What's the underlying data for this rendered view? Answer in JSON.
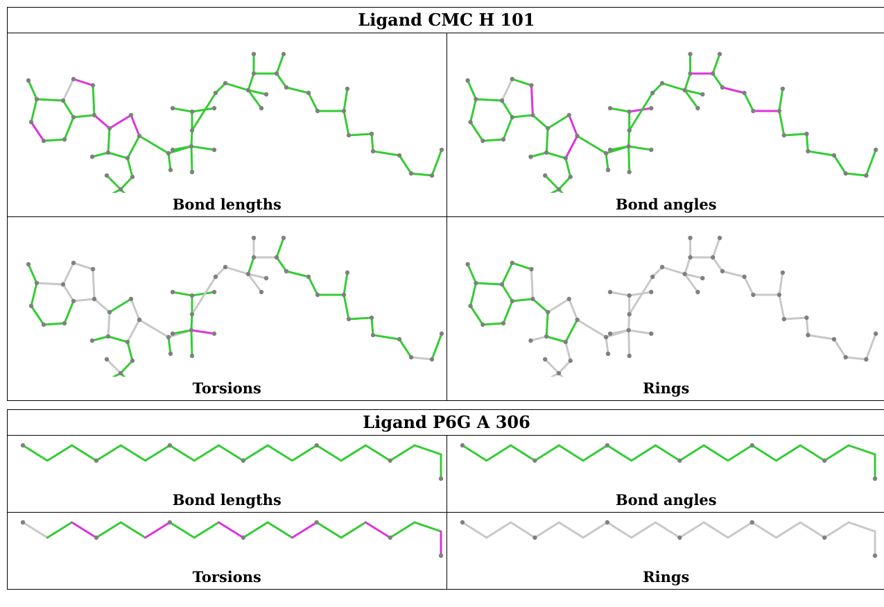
{
  "ligands": [
    {
      "title": "Ligand CMC H 101",
      "panels": [
        "Bond lengths",
        "Bond angles",
        "Torsions",
        "Rings"
      ]
    },
    {
      "title": "Ligand P6G A 306",
      "panels": [
        "Bond lengths",
        "Bond angles",
        "Torsions",
        "Rings"
      ]
    }
  ],
  "colors": {
    "ok": "#33cc33",
    "outlier": "#dd33dd",
    "neutral": "#c8c8c8",
    "atom": "#808080"
  }
}
